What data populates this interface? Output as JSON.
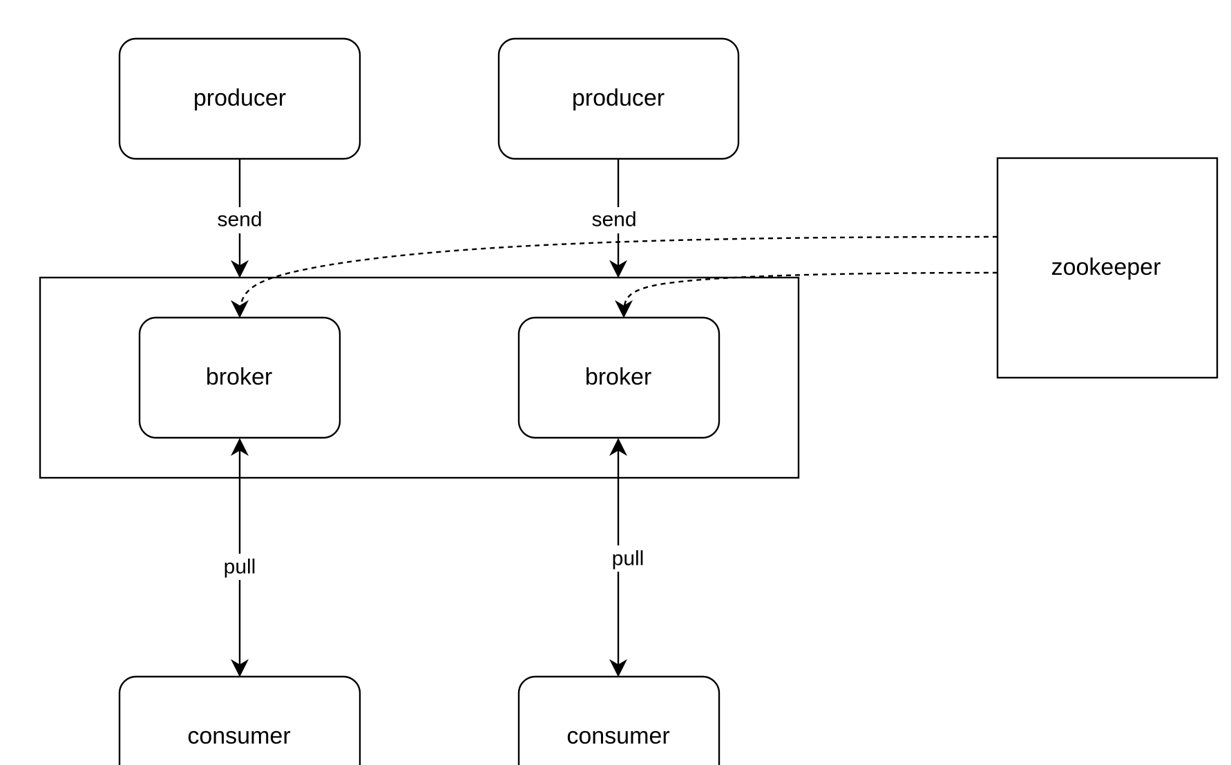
{
  "nodes": {
    "producer_1": "producer",
    "producer_2": "producer",
    "broker_1": "broker",
    "broker_2": "broker",
    "consumer_1": "consumer",
    "consumer_2": "consumer",
    "zookeeper": "zookeeper"
  },
  "edges": {
    "send_1": "send",
    "send_2": "send",
    "pull_1": "pull",
    "pull_2": "pull"
  },
  "colors": {
    "stroke": "#000000",
    "background": "#ffffff"
  }
}
